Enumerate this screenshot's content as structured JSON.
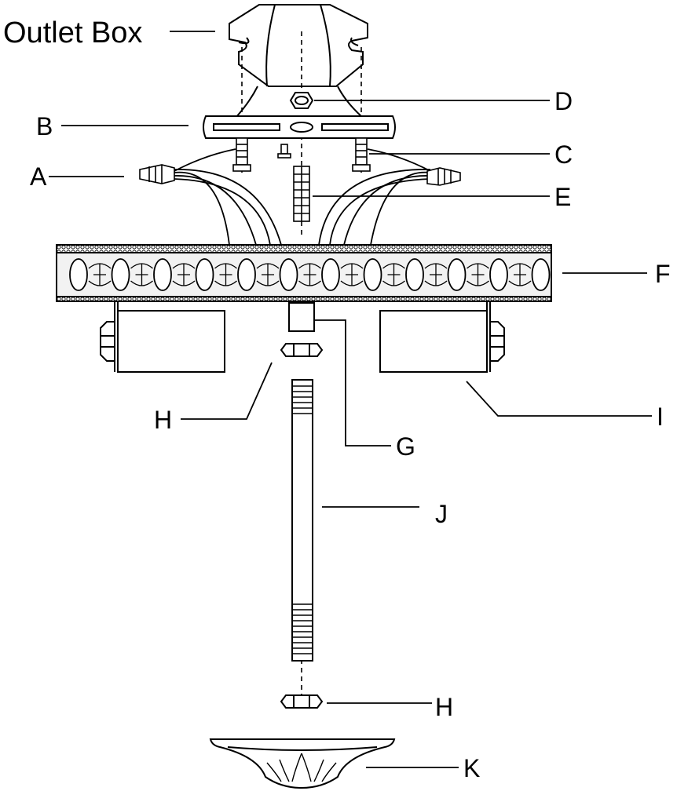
{
  "labels": {
    "outlet_box": "Outlet Box",
    "a": "A",
    "b": "B",
    "c": "C",
    "d": "D",
    "e": "E",
    "f": "F",
    "g": "G",
    "h_top": "H",
    "i": "I",
    "j": "J",
    "h_bottom": "H",
    "k": "K"
  }
}
